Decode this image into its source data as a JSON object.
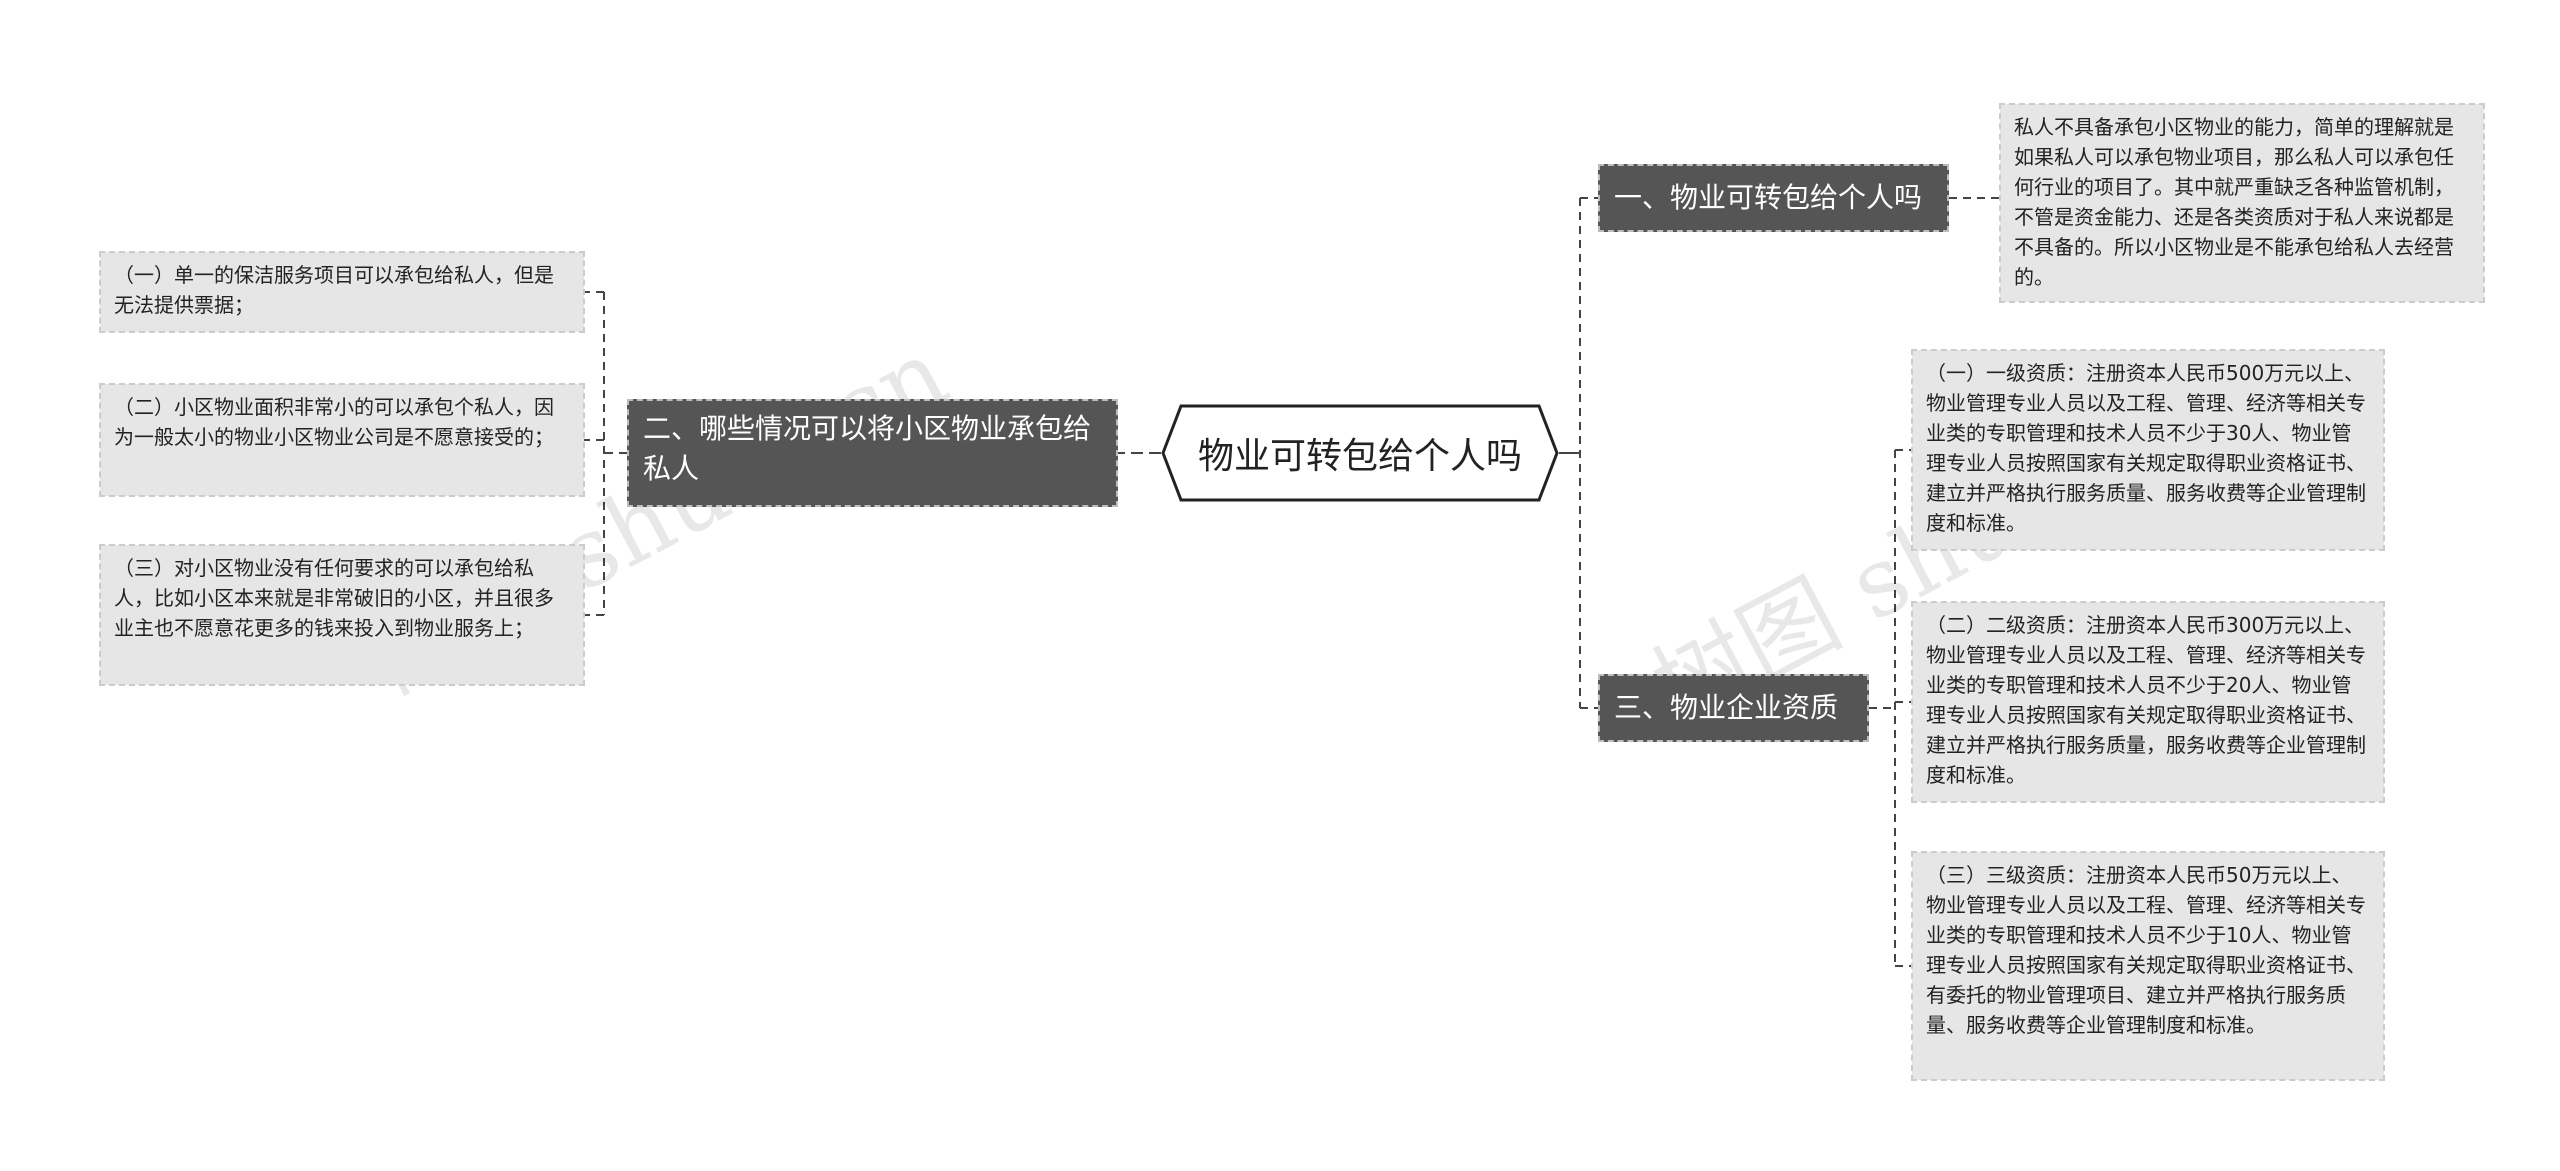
{
  "center": {
    "title": "物业可转包给个人吗"
  },
  "branches": {
    "b1": {
      "label": "一、物业可转包给个人吗",
      "leaves": [
        "私人不具备承包小区物业的能力，简单的理解就是如果私人可以承包物业项目，那么私人可以承包任何行业的项目了。其中就严重缺乏各种监管机制，不管是资金能力、还是各类资质对于私人来说都是不具备的。所以小区物业是不能承包给私人去经营的。"
      ]
    },
    "b2": {
      "label": "二、哪些情况可以将小区物业承包给私人",
      "leaves": [
        "（一）单一的保洁服务项目可以承包给私人，但是无法提供票据；",
        "（二）小区物业面积非常小的可以承包个私人，因为一般太小的物业小区物业公司是不愿意接受的；",
        "（三）对小区物业没有任何要求的可以承包给私人，比如小区本来就是非常破旧的小区，并且很多业主也不愿意花更多的钱来投入到物业服务上；"
      ]
    },
    "b3": {
      "label": "三、物业企业资质",
      "leaves": [
        "（一）一级资质：注册资本人民币500万元以上、物业管理专业人员以及工程、管理、经济等相关专业类的专职管理和技术人员不少于30人、物业管理专业人员按照国家有关规定取得职业资格证书、建立并严格执行服务质量、服务收费等企业管理制度和标准。",
        "（二）二级资质：注册资本人民币300万元以上、物业管理专业人员以及工程、管理、经济等相关专业类的专职管理和技术人员不少于20人、物业管理专业人员按照国家有关规定取得职业资格证书、建立并严格执行服务质量，服务收费等企业管理制度和标准。",
        "（三）三级资质：注册资本人民币50万元以上、物业管理专业人员以及工程、管理、经济等相关专业类的专职管理和技术人员不少于10人、物业管理专业人员按照国家有关规定取得职业资格证书、有委托的物业管理项目、建立并严格执行服务质量、服务收费等企业管理制度和标准。"
      ]
    }
  },
  "watermark": "树图 shutu.cn"
}
